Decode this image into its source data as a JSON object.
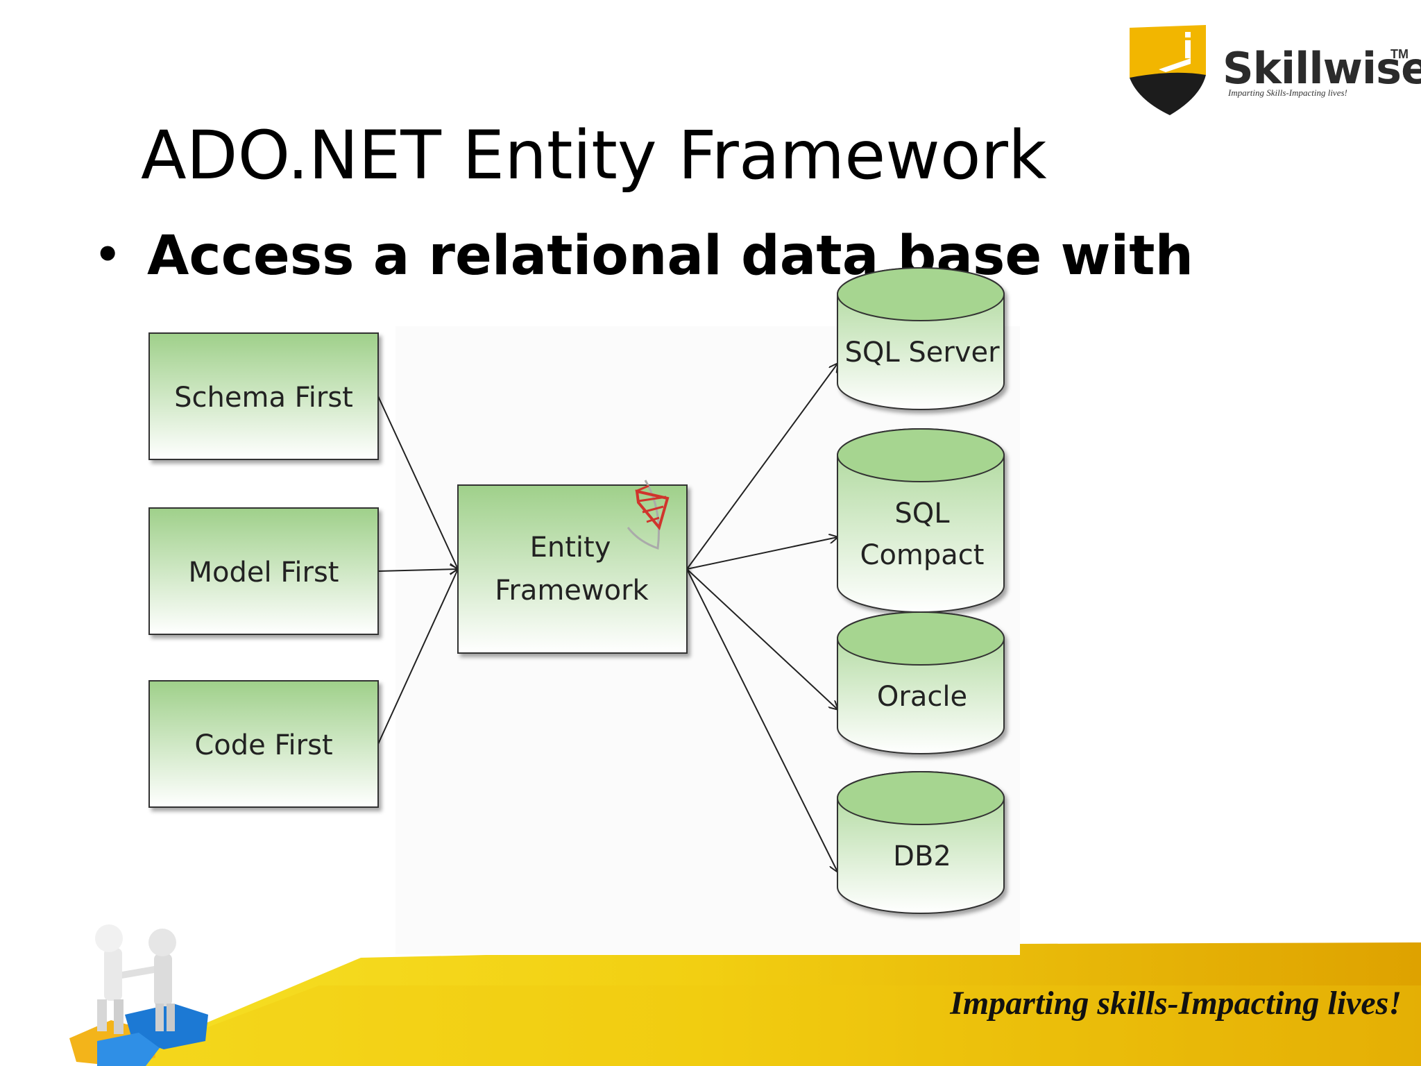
{
  "slide": {
    "title": "ADO.NET Entity Framework",
    "bullet": "Access a relational data base with"
  },
  "logo": {
    "brand": "Skillwise",
    "trademark": "TM",
    "tagline": "Imparting Skills-Impacting lives!"
  },
  "footer": {
    "tagline": "Imparting skills-Impacting lives!"
  },
  "diagram": {
    "approaches": [
      "Schema First",
      "Model First",
      "Code First"
    ],
    "center": {
      "line1": "Entity",
      "line2": "Framework"
    },
    "databases": [
      [
        "SQL Server"
      ],
      [
        "SQL",
        "Compact"
      ],
      [
        "Oracle"
      ],
      [
        "DB2"
      ]
    ]
  },
  "colors": {
    "box_top": "#9fd08a",
    "box_bottom": "#ffffff",
    "footer_gold": "#e0a800",
    "footer_yellow": "#f3d21c",
    "logo_gold": "#f0b400"
  }
}
